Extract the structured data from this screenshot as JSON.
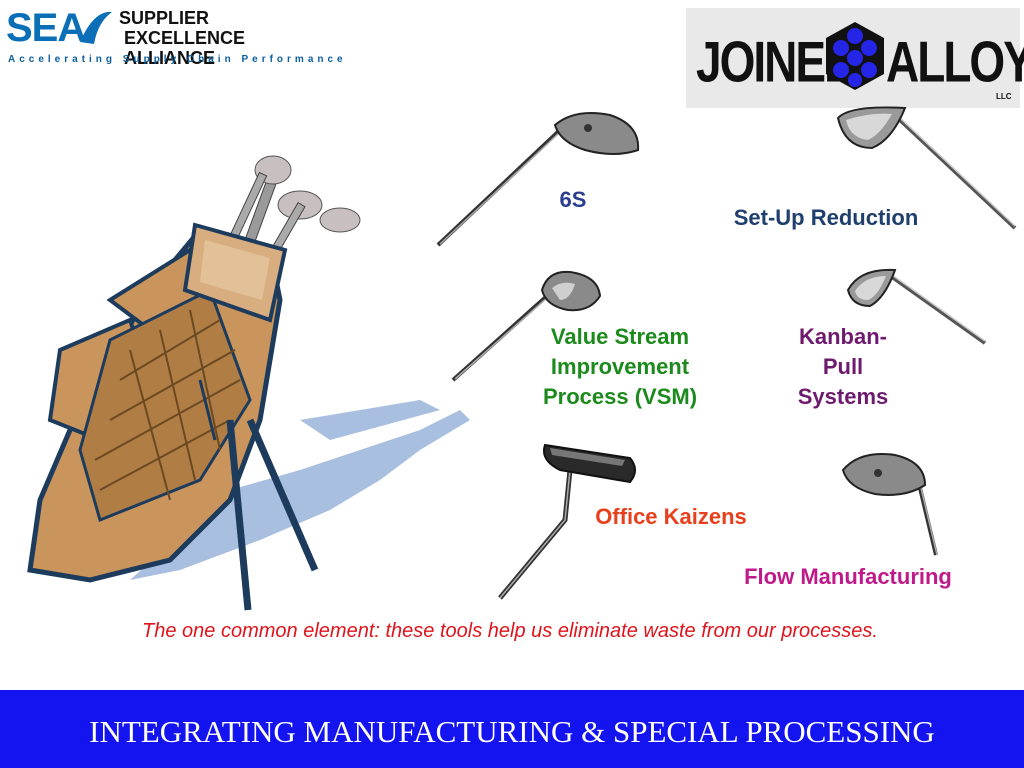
{
  "logos": {
    "sea_mark": "SEA",
    "sea_line1": "SUPPLIER",
    "sea_line2": "EXCELLENCE ALLIANCE",
    "sea_tagline": "Accelerating Supply Chain Performance",
    "joined_alloys_left": "JOINED",
    "joined_alloys_right": "ALLOYS",
    "joined_alloys_suffix": "LLC"
  },
  "tools": [
    {
      "label": "6S",
      "color": "#2a3e8f",
      "icon": "driver-club-icon"
    },
    {
      "label": "Set-Up Reduction",
      "color": "#1f3f6e",
      "icon": "iron-club-icon"
    },
    {
      "label": "Value Stream Improvement Process (VSM)",
      "color": "#1c8a1c",
      "icon": "hybrid-club-icon"
    },
    {
      "label": "Kanban-Pull Systems",
      "color": "#6e1a6e",
      "icon": "iron-club-icon"
    },
    {
      "label": "Office Kaizens",
      "color": "#e8401c",
      "icon": "putter-icon"
    },
    {
      "label": "Flow Manufacturing",
      "color": "#c01a8a",
      "icon": "fairway-wood-icon"
    }
  ],
  "labels": {
    "six_s": "6S",
    "setup": "Set-Up Reduction",
    "vsm_1": "Value Stream",
    "vsm_2": "Improvement",
    "vsm_3": "Process (VSM)",
    "kanban_1": "Kanban-",
    "kanban_2": "Pull",
    "kanban_3": "Systems",
    "office": "Office Kaizens",
    "flow": "Flow Manufacturing"
  },
  "statement": "The one common element: these tools help us eliminate waste from our processes.",
  "footer_title": "INTEGRATING MANUFACTURING & SPECIAL PROCESSING",
  "colors": {
    "footer_bg": "#1414f0",
    "statement": "#e0141c",
    "sea_blue": "#0b6fb8",
    "bag_tan": "#c9955c",
    "bag_outline": "#1d3b5c",
    "shadow": "#a9bfe0"
  },
  "illustration": "golf-bag-icon"
}
